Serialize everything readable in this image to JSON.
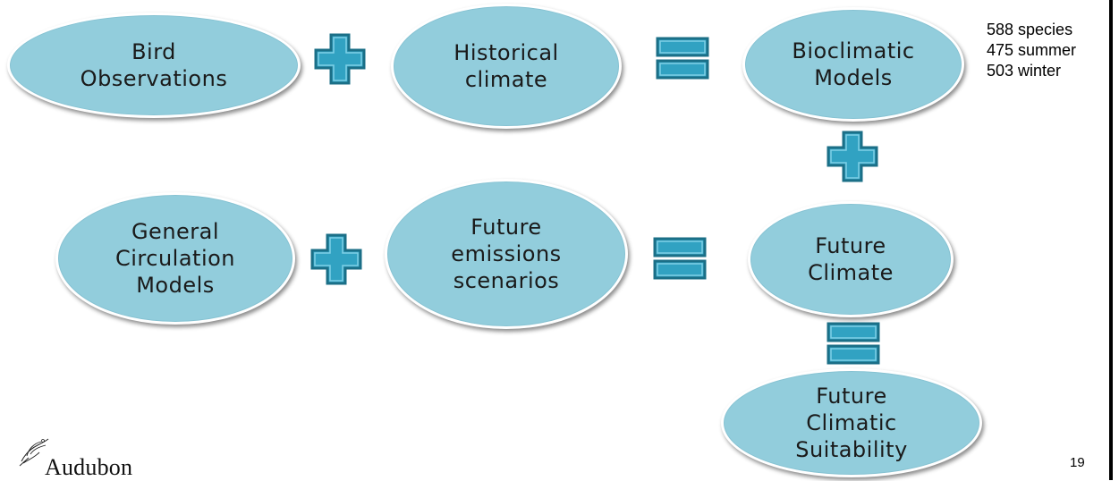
{
  "diagram": {
    "nodes": {
      "bird_observations": "Bird\nObservations",
      "historical_climate": "Historical\nclimate",
      "bioclimatic_models": "Bioclimatic\nModels",
      "general_circulation_models": "General\nCirculation\nModels",
      "future_emissions_scenarios": "Future\nemissions\nscenarios",
      "future_climate": "Future\nClimate",
      "future_climatic_suitability": "Future\nClimatic\nSuitability"
    },
    "operators": {
      "plus": "plus-icon",
      "equals": "equals-icon"
    },
    "colors": {
      "ellipse_fill": "#92cddc",
      "operator_fill": "#31a2c2",
      "operator_border": "#1b6f87"
    }
  },
  "species_counts": {
    "total": "588 species",
    "summer": "475 summer",
    "winter": "503 winter"
  },
  "footer": {
    "logo_text": "Audubon",
    "page_number": "19"
  }
}
